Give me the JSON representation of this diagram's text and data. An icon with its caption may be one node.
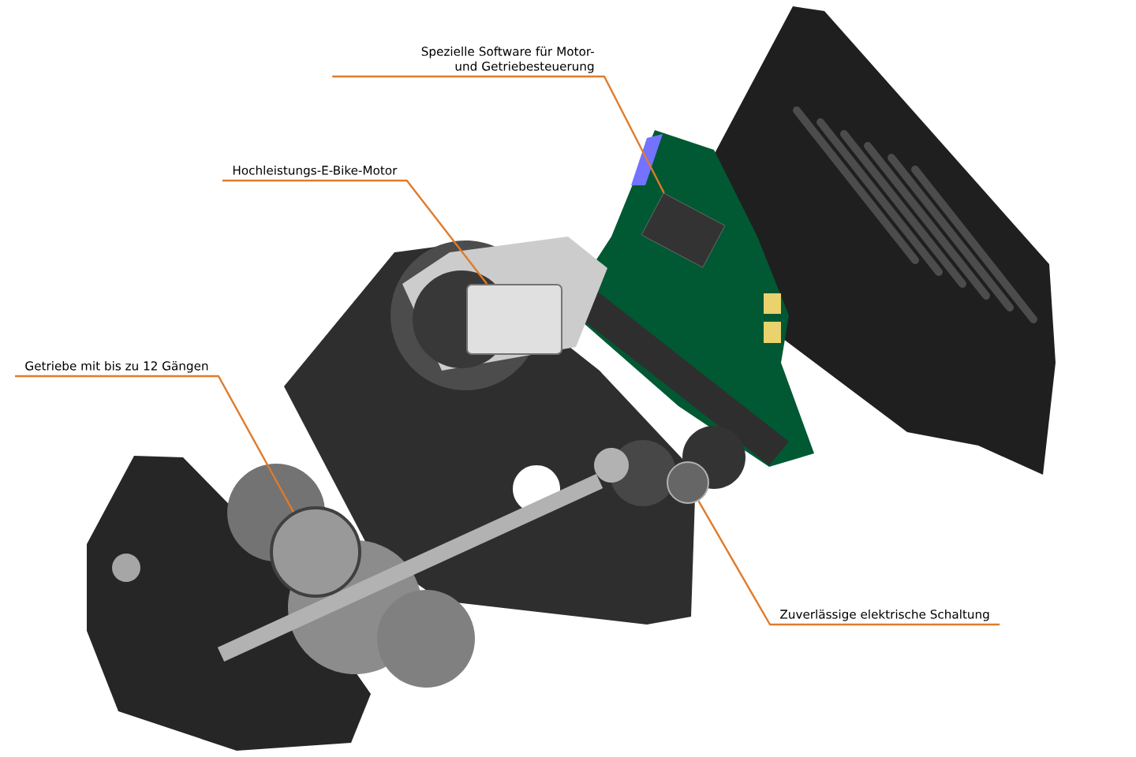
{
  "diagram": {
    "nodes": [
      {
        "text": [
          "Spezielle Software für Motor- und Getriebesteuerung"
        ]
      },
      {
        "text": [
          "Hochleistungs-E-Bike-Motor"
        ]
      },
      {
        "text": [
          "Getriebe mit bis zu 12 Gängen"
        ]
      },
      {
        "text": [
          "Zuverlässige elektrische Schaltung"
        ]
      },
      {
        "text": [],
        "shape": "box"
      },
      {
        "text": [],
        "shape": "box"
      },
      {
        "text": [],
        "shape": "circle"
      },
      {
        "text": [],
        "shape": "circle"
      }
    ],
    "edges": [
      {
        "from": 0,
        "to": 4,
        "arrow": "none"
      },
      {
        "from": 1,
        "to": 5,
        "arrow": "none"
      },
      {
        "from": 2,
        "to": 6,
        "arrow": "none"
      },
      {
        "from": 3,
        "to": 7,
        "arrow": "none"
      }
    ]
  }
}
